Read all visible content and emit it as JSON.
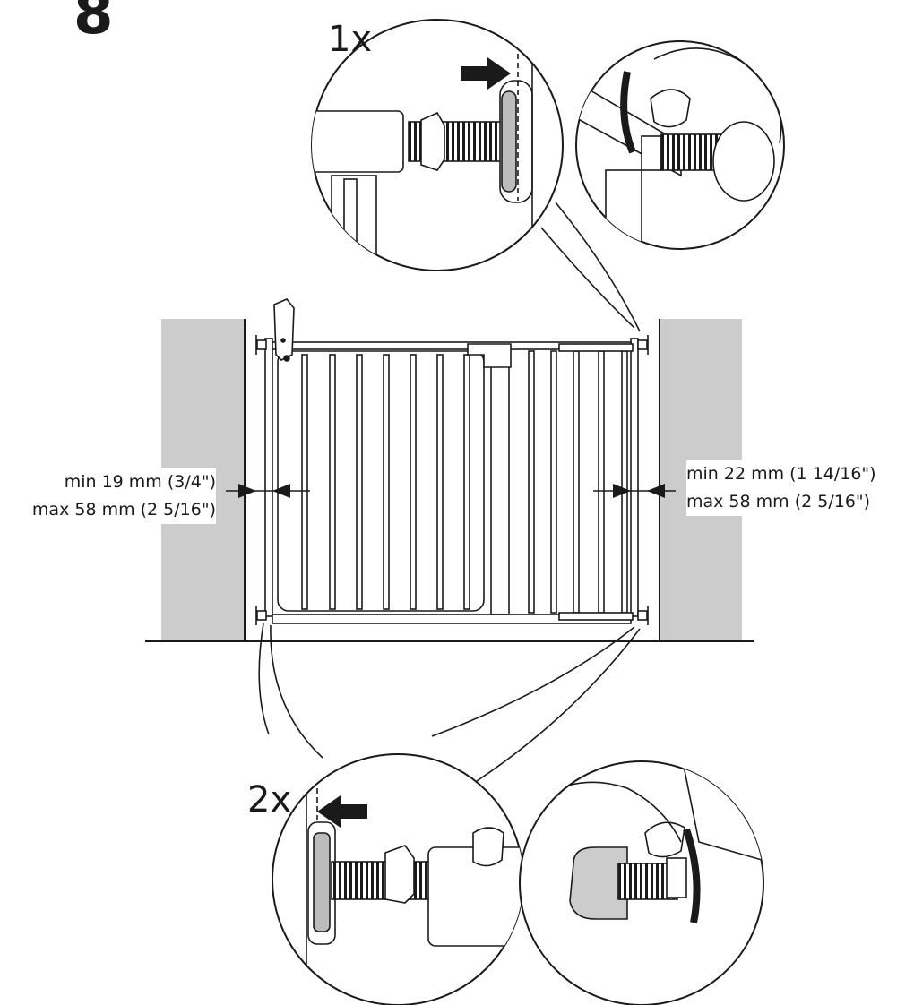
{
  "step_number": "8",
  "top_detail": {
    "count": "1x"
  },
  "bottom_detail": {
    "count": "2x"
  },
  "left_gap": {
    "min": "min 19 mm (3/4\")",
    "max": "max 58 mm (2 5/16\")"
  },
  "right_gap": {
    "min": "min 22 mm (1 14/16\")",
    "max": "max 58 mm (2 5/16\")"
  },
  "colors": {
    "wall": "#cccccc",
    "pad": "#bcbcbc",
    "line": "#1a1a1a"
  }
}
